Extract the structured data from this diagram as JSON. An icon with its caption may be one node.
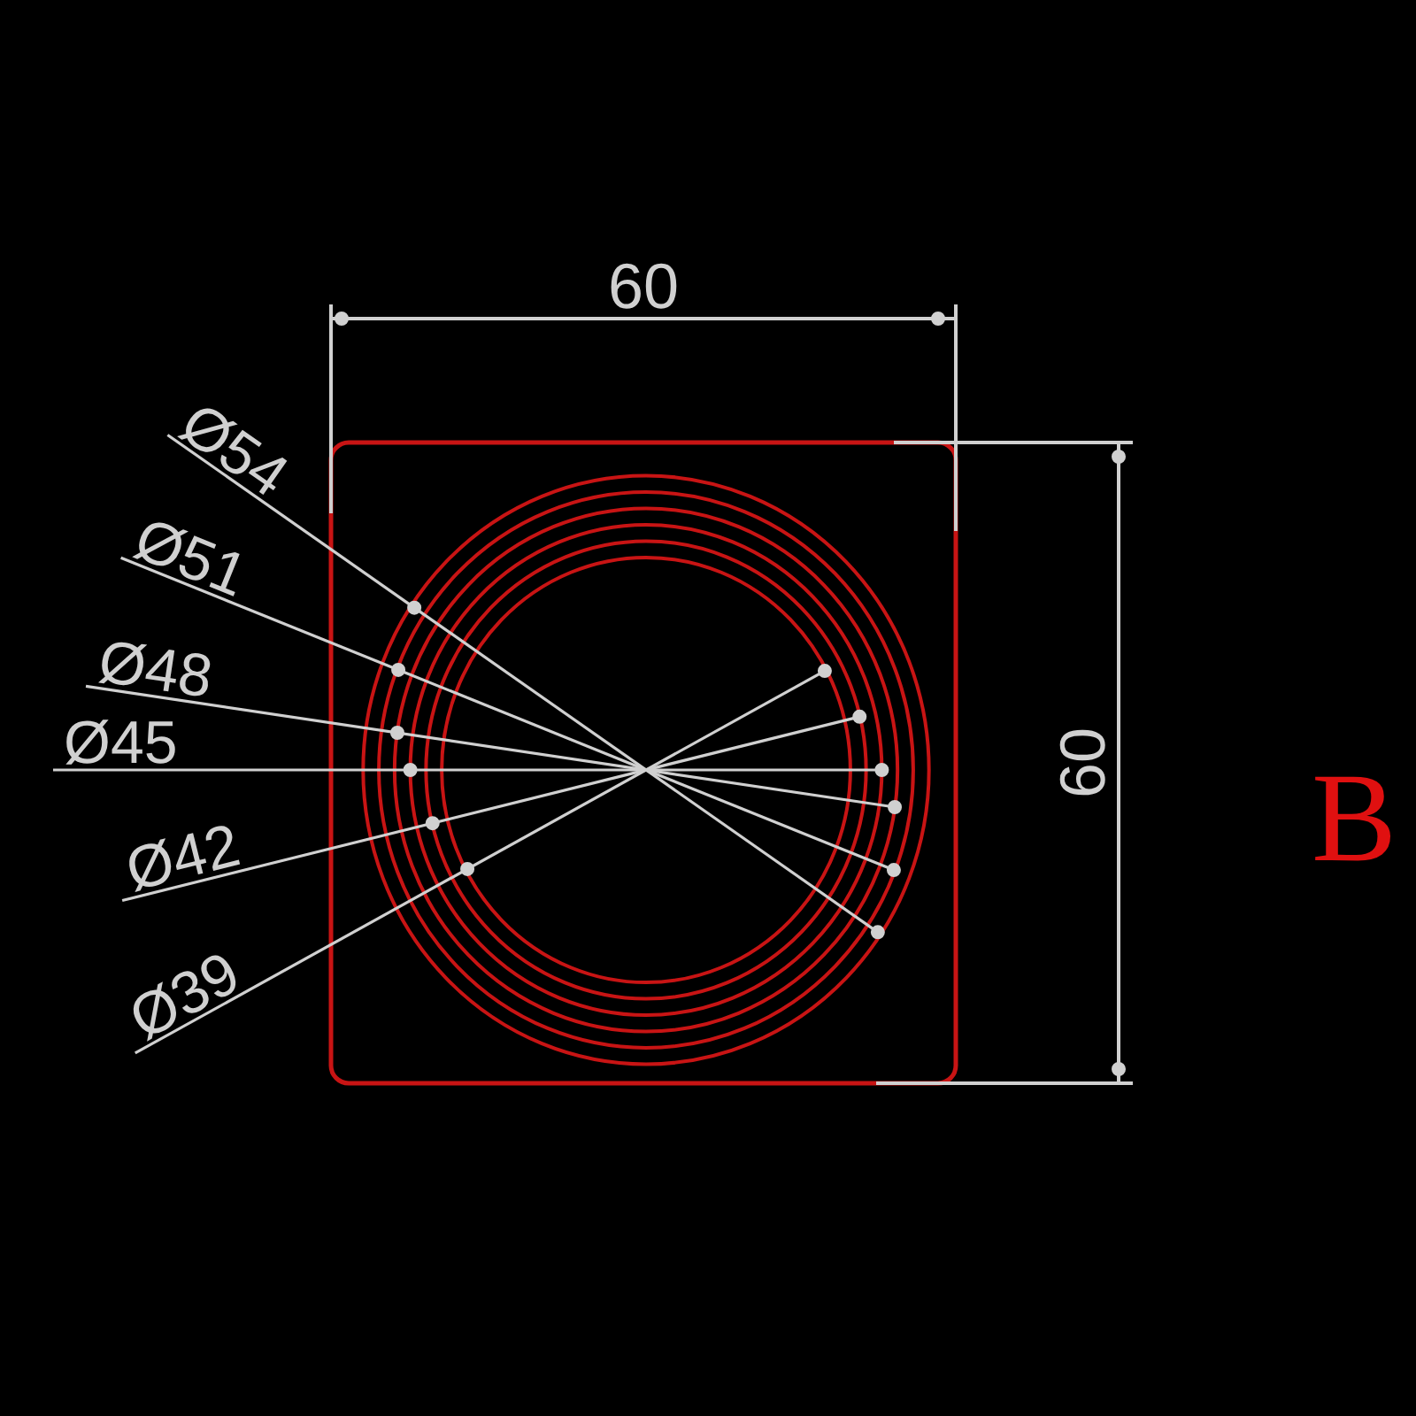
{
  "diagram": {
    "labels": [
      "60",
      "Ø54",
      "Ø51",
      "Ø48",
      "Ø45",
      "Ø42",
      "Ø39",
      "60",
      "B"
    ]
  }
}
